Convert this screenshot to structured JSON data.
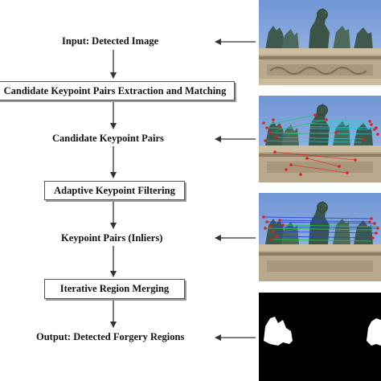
{
  "steps": {
    "input": "Input: Detected Image",
    "extraction": "Candidate Keypoint Pairs Extraction and Matching",
    "candidate_pairs": "Candidate Keypoint Pairs",
    "filtering": "Adaptive Keypoint Filtering",
    "inliers": "Keypoint Pairs (Inliers)",
    "merging": "Iterative Region Merging",
    "output": "Output: Detected Forgery Regions"
  }
}
